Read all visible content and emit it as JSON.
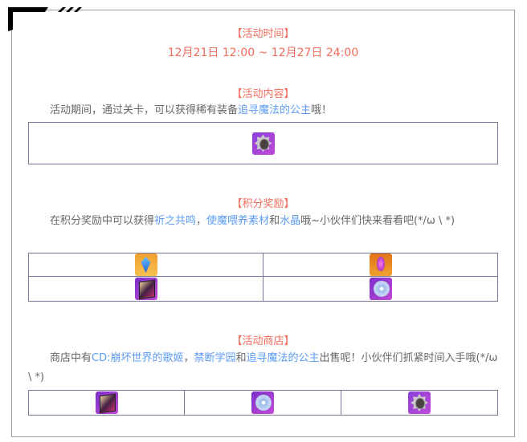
{
  "sections": {
    "time": {
      "heading": "【活动时间】",
      "range": "12月21日 12:00 ~ 12月27日 24:00"
    },
    "content": {
      "heading": "【活动内容】",
      "text_pre": "活动期间，通过关卡，可以获得稀有装备",
      "link1": "追寻魔法的公主",
      "text_post": "哦！",
      "items": [
        "medal-icon"
      ]
    },
    "points": {
      "heading": "【积分奖励】",
      "text_pre": "在积分奖励中可以获得",
      "link1": "祈之共鸣",
      "sep1": "，",
      "link2": "使魔喂养素材",
      "sep2": "和",
      "link3": "水晶",
      "text_post": "哦~小伙伴们快来看看吧(*/ω \\ *)",
      "items": [
        "blue-crystal-icon",
        "purple-crystal-icon",
        "book-icon",
        "cd-icon"
      ]
    },
    "shop": {
      "heading": "【活动商店】",
      "text_pre": "商店中有",
      "link1": "CD:崩坏世界的歌姬",
      "sep1": "，",
      "link2": "禁断学园",
      "sep2": "和",
      "link3": "追寻魔法的公主",
      "text_post": "出售呢！小伙伴们抓紧时间入手哦(*/ω \\ *)",
      "items": [
        "book-icon",
        "cd-icon",
        "medal-icon"
      ]
    }
  },
  "colors": {
    "heading": "#f26b5b",
    "link": "#5b9bf5",
    "text": "#666666",
    "border": "#7a7796"
  }
}
